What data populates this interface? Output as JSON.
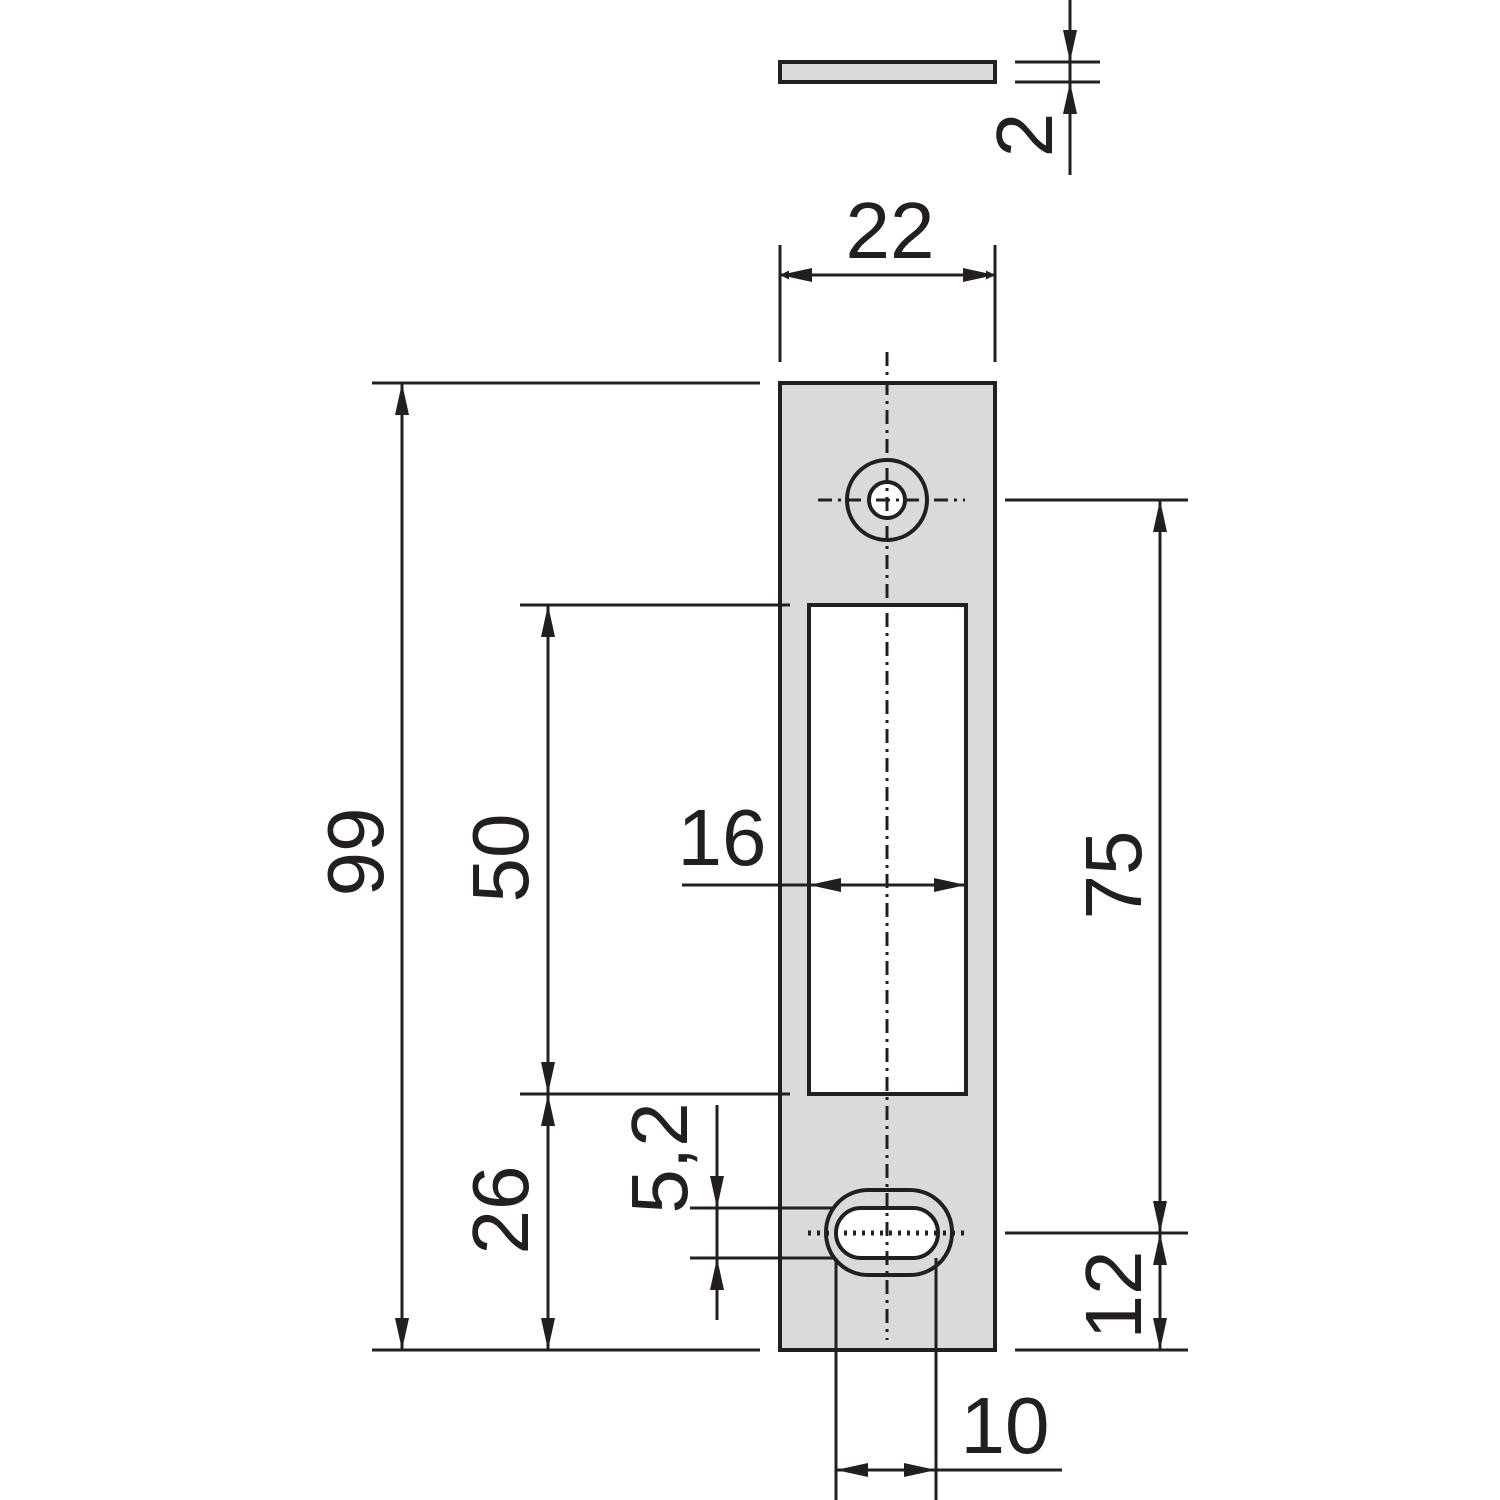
{
  "drawing": {
    "subject": "strike plate",
    "colors": {
      "line": "#231f20",
      "plate_fill": "#d9dadb",
      "background": "#ffffff"
    }
  },
  "dimensions": {
    "thickness": "2",
    "width": "22",
    "overall_length": "99",
    "opening_length": "50",
    "opening_width": "16",
    "bottom_to_opening": "26",
    "slot_height": "5,2",
    "hole_spacing": "75",
    "slot_from_bottom": "12",
    "slot_length": "10"
  }
}
